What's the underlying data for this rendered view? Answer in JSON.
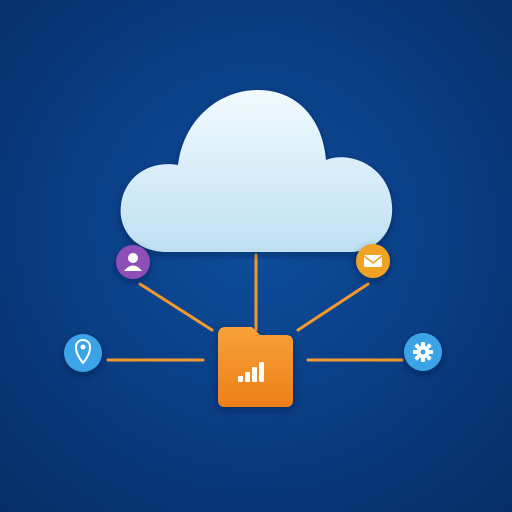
{
  "colors": {
    "background_center": "#0d4f9c",
    "background_edge": "#062d66",
    "cloud_light": "#f2fbff",
    "cloud_shade": "#bfe0f2",
    "connector": "#f39a2e",
    "hub": "#f08a24",
    "hub_bars": "#ffffff"
  },
  "cloud": {
    "icon": "cloud-icon"
  },
  "hub": {
    "icon": "signal-bars-icon"
  },
  "nodes": [
    {
      "id": "user",
      "icon": "user-icon",
      "color": "#8e4fb8"
    },
    {
      "id": "mail",
      "icon": "mail-icon",
      "color": "#f0a321"
    },
    {
      "id": "location",
      "icon": "location-pin-icon",
      "color": "#3aa3e6"
    },
    {
      "id": "settings",
      "icon": "gear-icon",
      "color": "#3aa3e6"
    }
  ]
}
